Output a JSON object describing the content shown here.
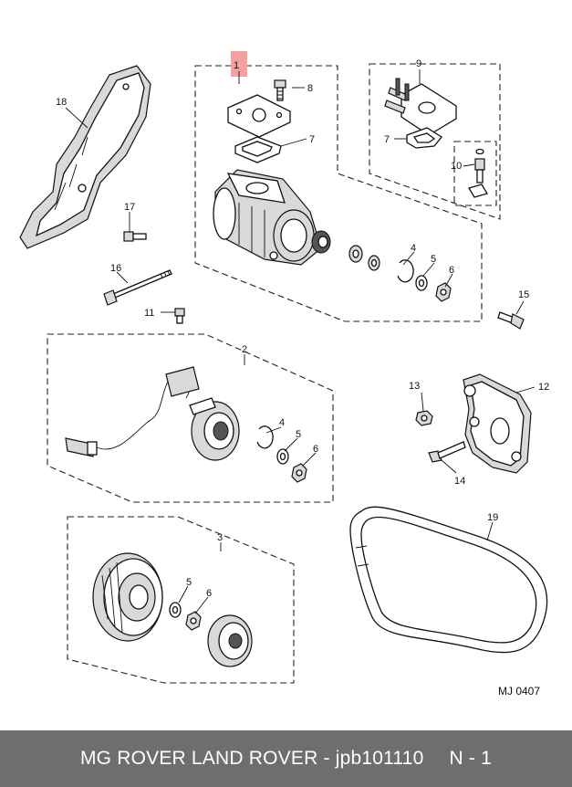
{
  "callouts": {
    "c1": "1",
    "c2": "2",
    "c3": "3",
    "c4a": "4",
    "c4b": "4",
    "c5a": "5",
    "c5b": "5",
    "c5c": "5",
    "c6a": "6",
    "c6b": "6",
    "c6c": "6",
    "c7a": "7",
    "c7b": "7",
    "c8": "8",
    "c9": "9",
    "c10": "10",
    "c11": "11",
    "c12": "12",
    "c13": "13",
    "c14": "14",
    "c15": "15",
    "c16": "16",
    "c17": "17",
    "c18": "18",
    "c19": "19"
  },
  "diagram_code": "MJ 0407",
  "highlight_color": "#f4a0a0",
  "footer": {
    "brand": "MG ROVER LAND ROVER - jpb101110",
    "page": "N - 1",
    "background": "#6e6e6e"
  }
}
